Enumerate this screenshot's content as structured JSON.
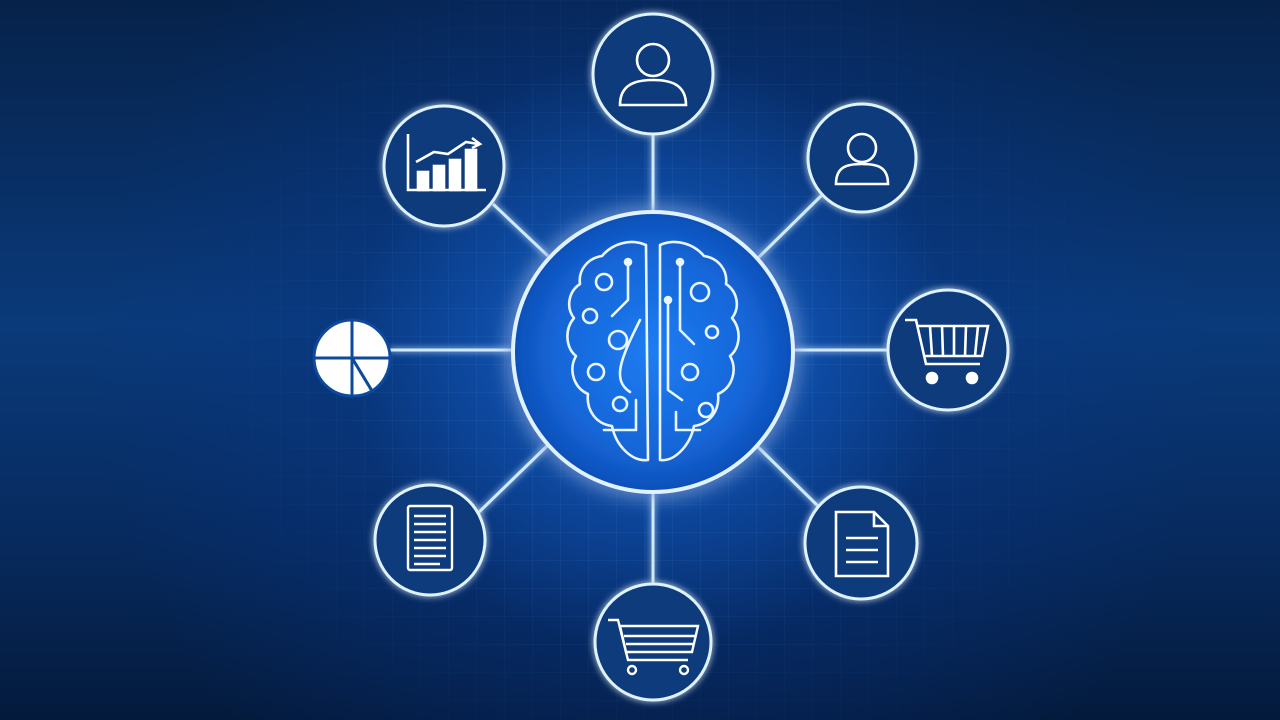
{
  "diagram": {
    "hub": {
      "icon": "brain-circuit-icon"
    },
    "nodes": [
      {
        "id": "node-top-user",
        "icon": "user-icon"
      },
      {
        "id": "node-top-right-user",
        "icon": "user-icon"
      },
      {
        "id": "node-right-cart",
        "icon": "shopping-cart-icon"
      },
      {
        "id": "node-bottom-right-document",
        "icon": "document-icon"
      },
      {
        "id": "node-bottom-cart",
        "icon": "shopping-cart-outline-icon"
      },
      {
        "id": "node-bottom-left-list",
        "icon": "list-document-icon"
      },
      {
        "id": "node-left-pie",
        "icon": "pie-chart-icon"
      },
      {
        "id": "node-top-left-chart",
        "icon": "bar-chart-icon"
      }
    ]
  },
  "colors": {
    "background_dark": "#04152e",
    "background_mid": "#0a3a7a",
    "glow": "#2f8bff",
    "line": "#cfeaff",
    "icon": "#ffffff"
  }
}
